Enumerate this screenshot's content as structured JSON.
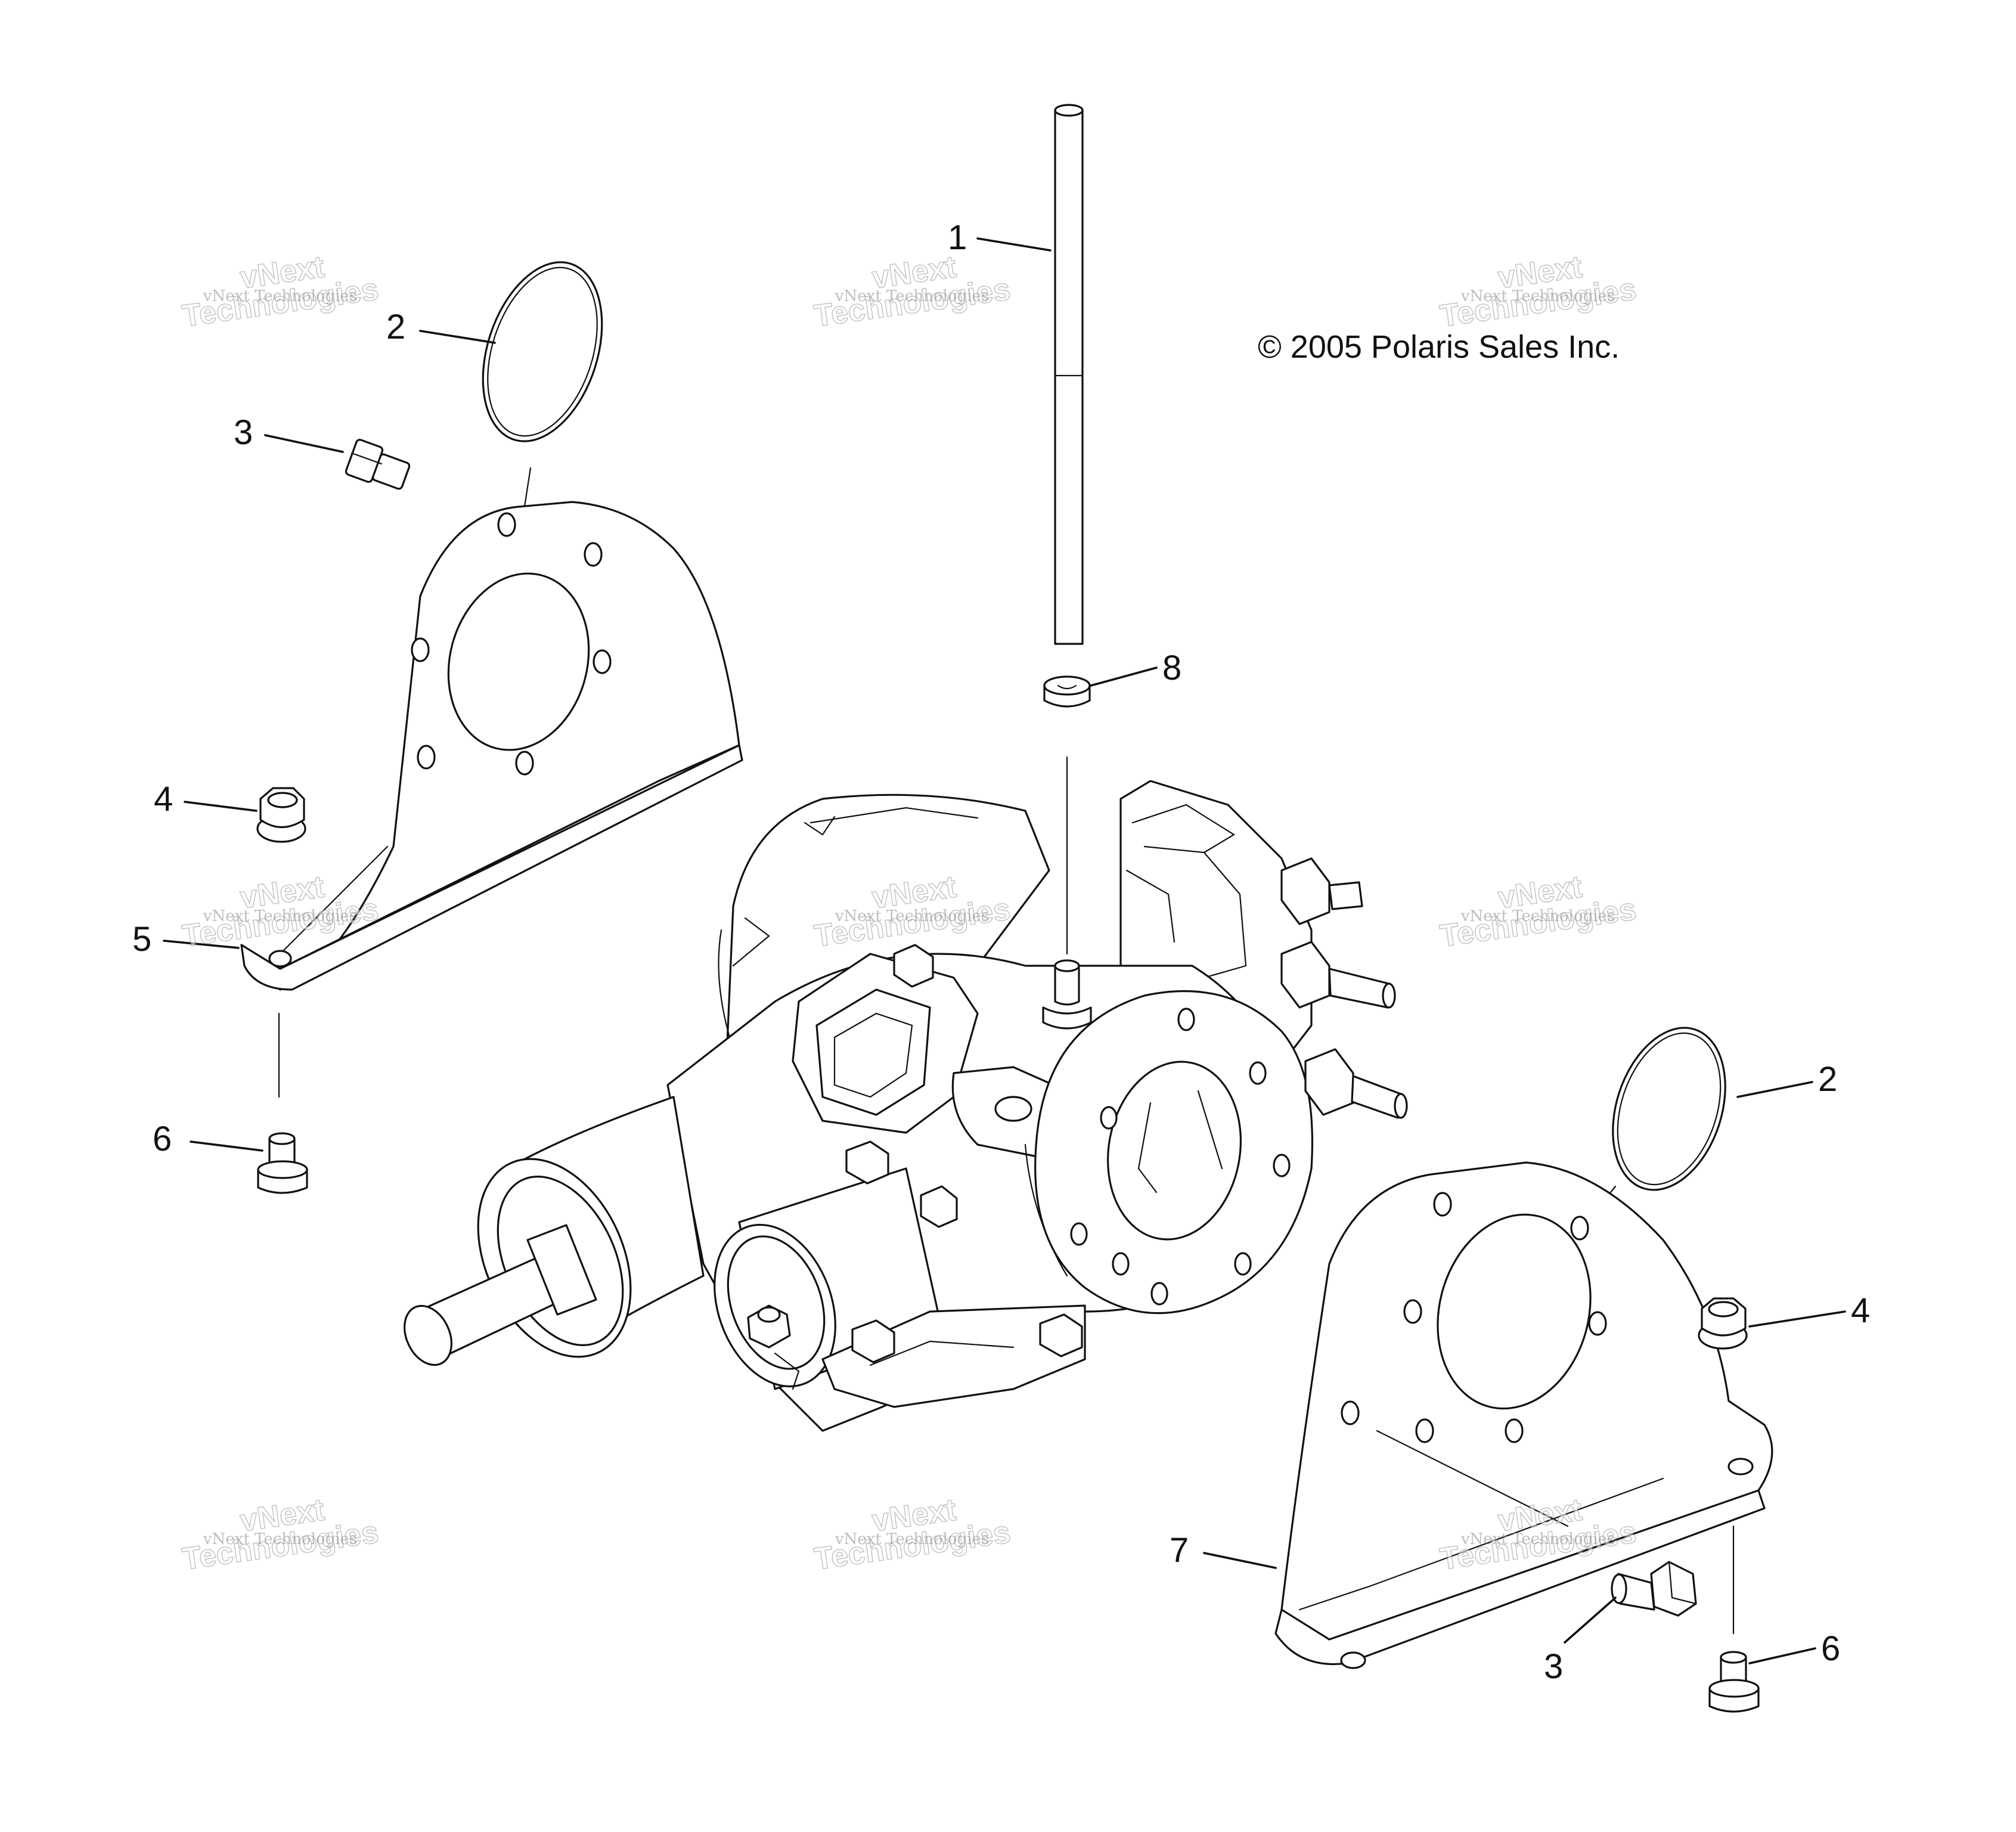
{
  "copyright": "© 2005 Polaris Sales Inc.",
  "watermark": {
    "line_small": "vNext Technologies",
    "line_big_1": "vNext",
    "line_big_2": "Technologies"
  },
  "callouts": {
    "tube": "1",
    "gasket_left": "2",
    "gasket_right": "2",
    "bolt_3_left": "3",
    "bolt_3_right": "3",
    "nut_left": "4",
    "nut_right": "4",
    "bracket_left": "5",
    "bolt_6_left": "6",
    "bolt_6_right": "6",
    "bracket_right": "7",
    "clamp": "8"
  },
  "colors": {
    "ink": "#111111",
    "background": "#ffffff",
    "watermark": "#9a9a9a"
  }
}
